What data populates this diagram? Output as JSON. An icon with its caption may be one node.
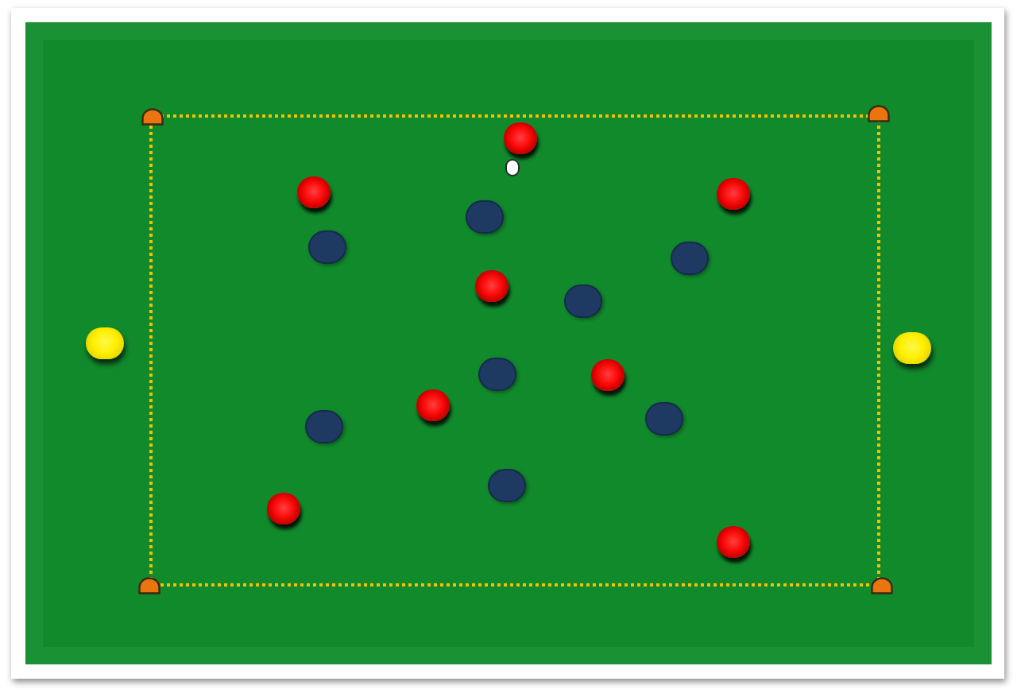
{
  "diagram": {
    "nodes": [
      {
        "text": [],
        "shape": "box"
      },
      {
        "text": [],
        "shape": "box",
        "in": 0
      },
      {
        "text": [],
        "shape": "cone",
        "in": 0
      },
      {
        "text": [],
        "shape": "cone",
        "in": 0
      },
      {
        "text": [],
        "shape": "circle",
        "in": 1
      },
      {
        "text": [],
        "shape": "ball",
        "in": 1
      },
      {
        "text": [],
        "shape": "circle",
        "in": 1
      },
      {
        "text": [],
        "shape": "circle",
        "in": 1
      },
      {
        "text": [],
        "shape": "circle",
        "in": 1
      },
      {
        "text": [],
        "shape": "circle",
        "in": 1
      },
      {
        "text": [],
        "shape": "circle",
        "in": 1
      },
      {
        "text": [],
        "shape": "circle",
        "in": 1
      },
      {
        "text": [],
        "shape": "circle",
        "in": 1
      },
      {
        "text": [],
        "shape": "circle",
        "in": 0
      },
      {
        "text": [],
        "shape": "circle",
        "in": 0
      },
      {
        "text": [],
        "shape": "circle",
        "in": 1
      },
      {
        "text": [],
        "shape": "circle",
        "in": 1
      },
      {
        "text": [],
        "shape": "circle",
        "in": 1
      },
      {
        "text": [],
        "shape": "circle",
        "in": 1
      },
      {
        "text": [],
        "shape": "circle",
        "in": 1
      },
      {
        "text": [],
        "shape": "circle",
        "in": 1
      },
      {
        "text": [],
        "shape": "circle",
        "in": 1
      },
      {
        "text": [],
        "shape": "circle",
        "in": 1
      },
      {
        "text": [],
        "shape": "cone",
        "in": 0
      },
      {
        "text": [],
        "shape": "cone",
        "in": 0
      }
    ]
  }
}
